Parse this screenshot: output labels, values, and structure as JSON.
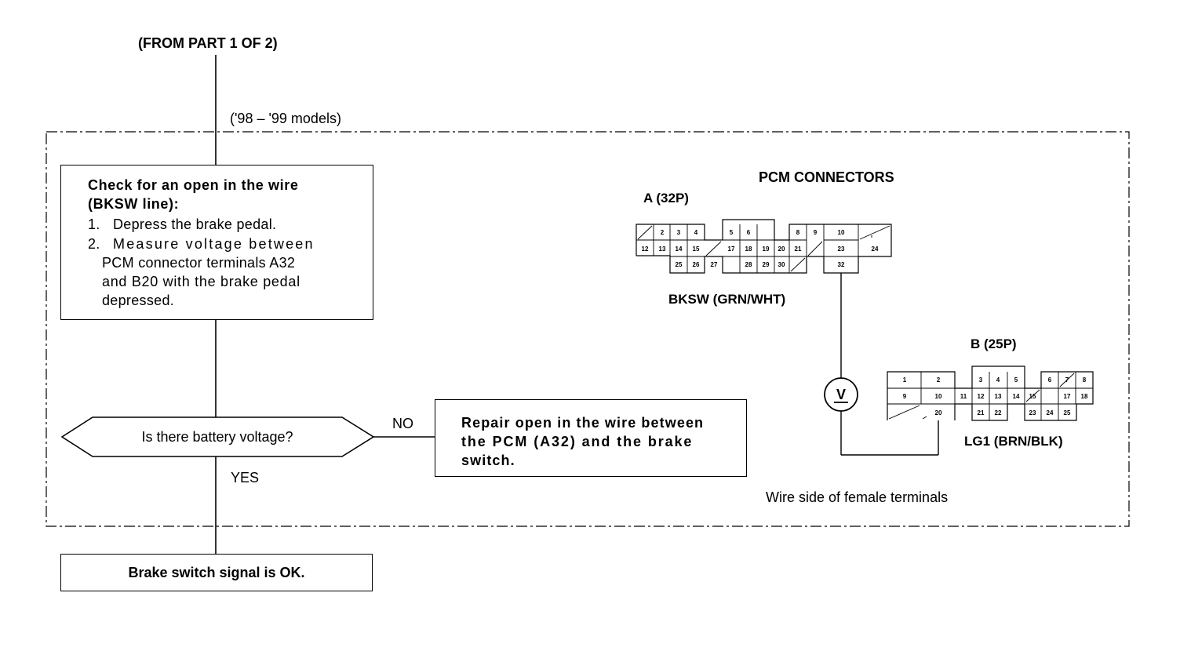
{
  "header": {
    "from_part": "(FROM PART 1 OF 2)",
    "models": "('98 – '99 models)"
  },
  "check_box": {
    "title_line1": "Check for an open in the wire",
    "title_line2": "(BKSW line):",
    "steps": [
      {
        "num": "1.",
        "lines": [
          "Depress the brake pedal."
        ]
      },
      {
        "num": "2.",
        "lines": [
          "Measure voltage between",
          "PCM connector terminals A32",
          "and B20 with the brake pedal",
          "depressed."
        ]
      }
    ]
  },
  "decision": {
    "question": "Is there battery voltage?",
    "no": "NO",
    "yes": "YES"
  },
  "repair_box": {
    "lines": [
      "Repair open in the wire between",
      "the PCM (A32) and the brake",
      "switch."
    ]
  },
  "result_box": {
    "text": "Brake switch signal is OK."
  },
  "connectors": {
    "title": "PCM CONNECTORS",
    "a_label": "A (32P)",
    "a_wire": "BKSW (GRN/WHT)",
    "b_label": "B (25P)",
    "b_wire": "LG1 (BRN/BLK)",
    "meter": "V",
    "note": "Wire side of female terminals"
  },
  "connector_a_terminals": {
    "top": [
      "2",
      "3",
      "4",
      "5",
      "6",
      "8",
      "9",
      "10"
    ],
    "mid": [
      "12",
      "13",
      "14",
      "15",
      "17",
      "18",
      "19",
      "20",
      "21",
      "23",
      "24"
    ],
    "bot": [
      "25",
      "26",
      "27",
      "28",
      "29",
      "30",
      "32"
    ]
  },
  "connector_b_terminals": {
    "top": [
      "1",
      "2",
      "3",
      "4",
      "5",
      "6",
      "7",
      "8"
    ],
    "mid": [
      "9",
      "10",
      "11",
      "12",
      "13",
      "14",
      "15",
      "17",
      "18"
    ],
    "bot": [
      "20",
      "21",
      "22",
      "23",
      "24",
      "25"
    ]
  }
}
